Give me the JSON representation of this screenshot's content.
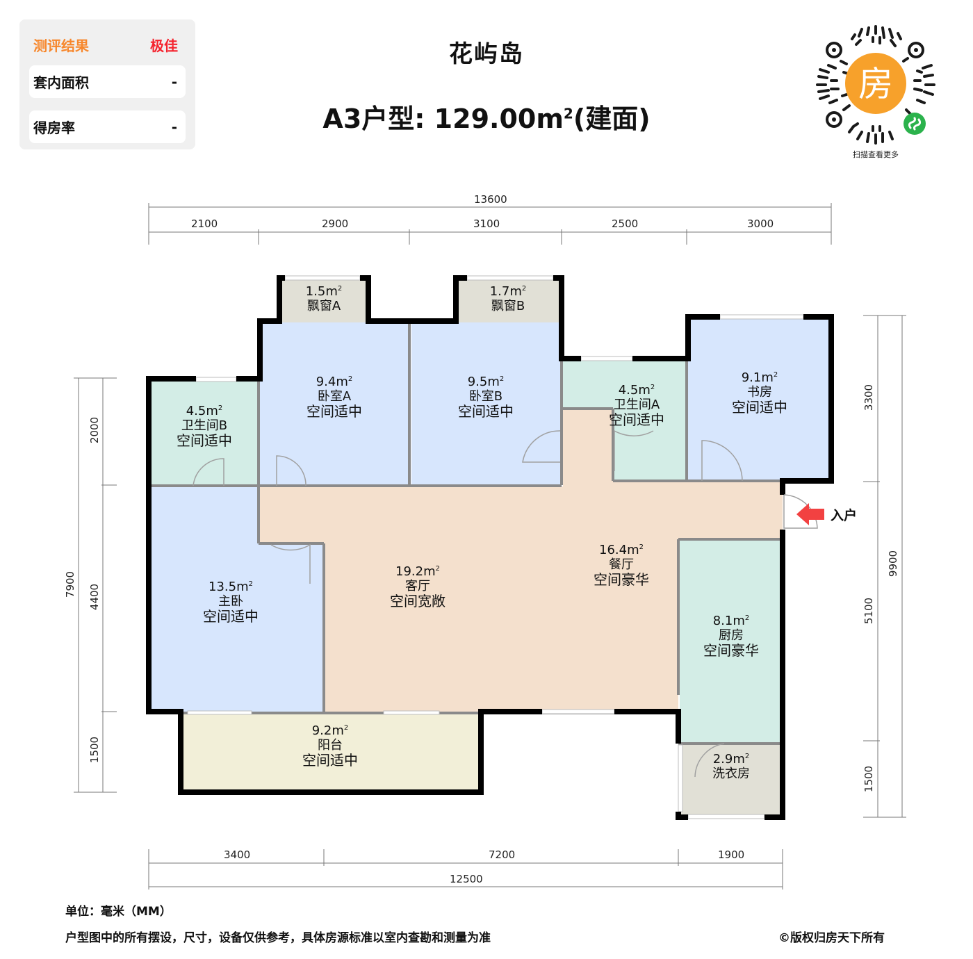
{
  "evaluation": {
    "title": "测评结果",
    "rating": "极佳",
    "rows": [
      {
        "label": "套内面积",
        "value": "-"
      },
      {
        "label": "得房率",
        "value": "-"
      }
    ]
  },
  "header": {
    "project_name": "花屿岛",
    "unit_type": "A3户型: 129.00m",
    "unit_sup": "2",
    "unit_suffix": "(建面)"
  },
  "qr": {
    "center_glyph": "房",
    "caption": "扫描查看更多"
  },
  "rooms": [
    {
      "id": "bay-window-a",
      "area": "1.5m",
      "name": "飘窗A",
      "rating": ""
    },
    {
      "id": "bay-window-b",
      "area": "1.7m",
      "name": "飘窗B",
      "rating": ""
    },
    {
      "id": "bathroom-b",
      "area": "4.5m",
      "name": "卫生间B",
      "rating": "空间适中"
    },
    {
      "id": "bedroom-a",
      "area": "9.4m",
      "name": "卧室A",
      "rating": "空间适中"
    },
    {
      "id": "bedroom-b",
      "area": "9.5m",
      "name": "卧室B",
      "rating": "空间适中"
    },
    {
      "id": "bathroom-a",
      "area": "4.5m",
      "name": "卫生间A",
      "rating": "空间适中"
    },
    {
      "id": "study",
      "area": "9.1m",
      "name": "书房",
      "rating": "空间适中"
    },
    {
      "id": "master-bedroom",
      "area": "13.5m",
      "name": "主卧",
      "rating": "空间适中"
    },
    {
      "id": "living-room",
      "area": "19.2m",
      "name": "客厅",
      "rating": "空间宽敞"
    },
    {
      "id": "dining-room",
      "area": "16.4m",
      "name": "餐厅",
      "rating": "空间豪华"
    },
    {
      "id": "kitchen",
      "area": "8.1m",
      "name": "厨房",
      "rating": "空间豪华"
    },
    {
      "id": "balcony",
      "area": "9.2m",
      "name": "阳台",
      "rating": "空间适中"
    },
    {
      "id": "laundry",
      "area": "2.9m",
      "name": "洗衣房",
      "rating": ""
    }
  ],
  "area_sup": "2",
  "entry": {
    "label": "入户",
    "arrow_color": "#f24141"
  },
  "dimensions": {
    "top_total": "13600",
    "top_segments": [
      "2100",
      "2900",
      "3100",
      "2500",
      "3000"
    ],
    "bottom_segments": [
      "3400",
      "7200",
      "1900"
    ],
    "bottom_total": "12500",
    "left_total": "7900",
    "left_segments": [
      "2000",
      "4400",
      "1500"
    ],
    "right_total": "9900",
    "right_segments": [
      "3300",
      "5100",
      "1500"
    ]
  },
  "footer": {
    "unit_note": "单位：毫米（MM）",
    "disclaimer": "户型图中的所有摆设，尺寸，设备仅供参考，具体房源标准以室内查勘和测量为准",
    "copyright": "©版权归房天下所有"
  },
  "colors": {
    "eval_title": "#f7872c",
    "eval_rating": "#f5222d",
    "bedroom": "#d7e6fd",
    "bathroom": "#d3ede6",
    "living": "#f4e0cd",
    "balcony": "#f2efd8",
    "bay": "#e1e0d6",
    "kitchen": "#d3ede6",
    "qr_orange": "#f7a12b",
    "qr_green": "#2bb24c"
  }
}
